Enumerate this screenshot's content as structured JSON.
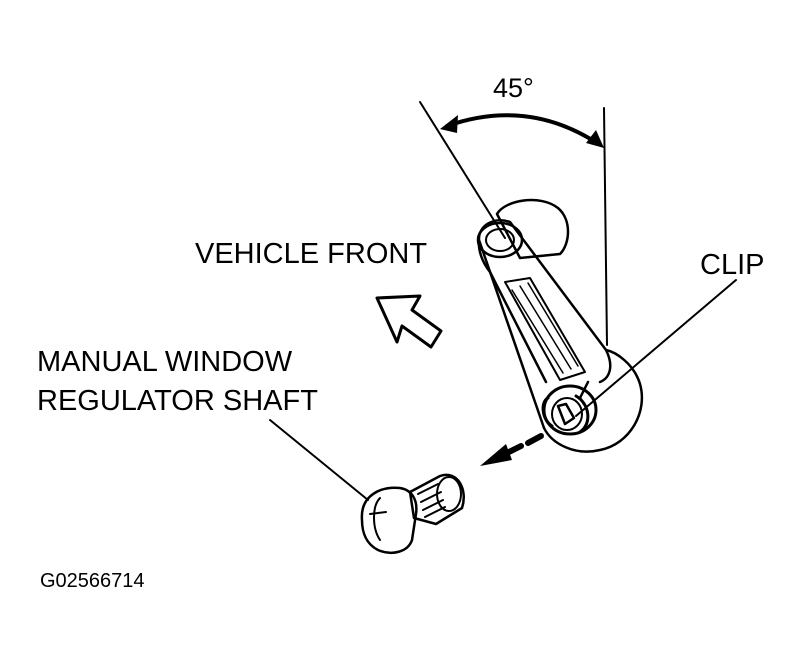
{
  "labels": {
    "angle": "45°",
    "vehicle_front": "VEHICLE FRONT",
    "clip": "CLIP",
    "shaft_line1": "MANUAL WINDOW",
    "shaft_line2": "REGULATOR SHAFT",
    "figure_code": "G02566714"
  },
  "colors": {
    "ink": "#000000",
    "paper": "#ffffff"
  }
}
